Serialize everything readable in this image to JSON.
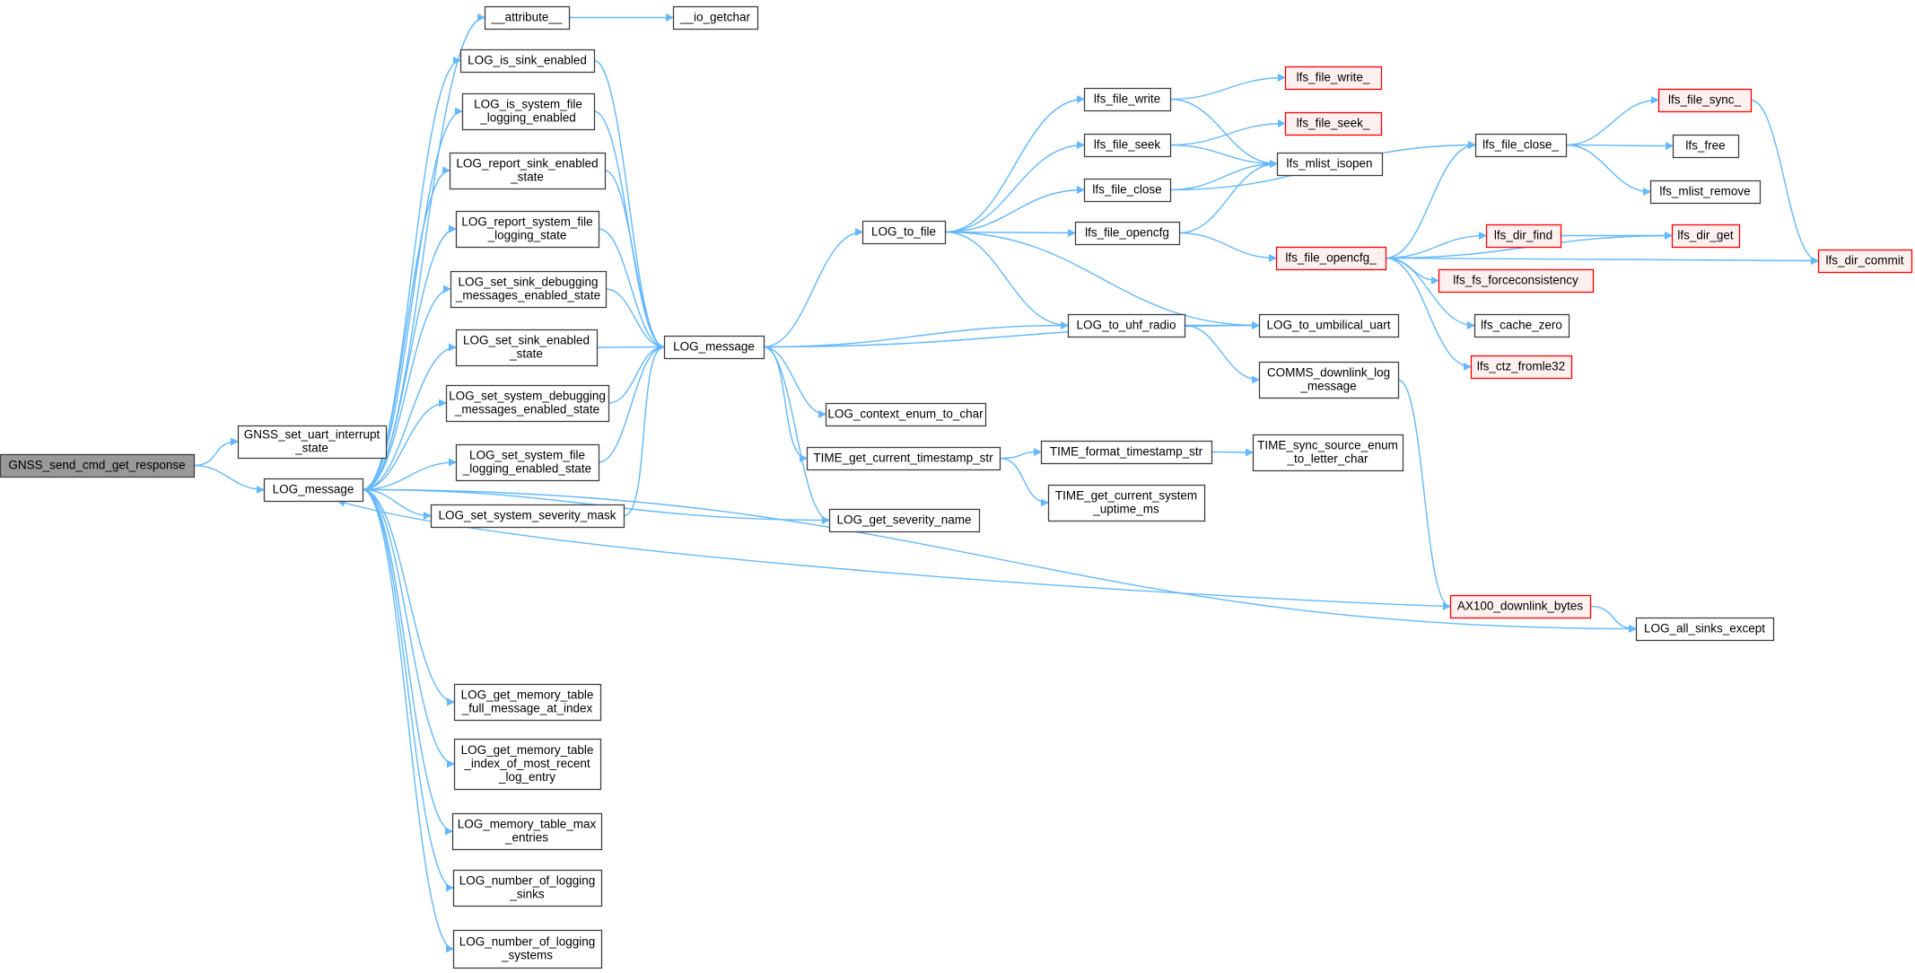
{
  "colors": {
    "edge": "#63b8ff",
    "node_border": "#404040",
    "node_fill": "#ffffff",
    "root_fill": "#999999",
    "incomplete_border": "#ff0000",
    "incomplete_fill": "#fff0f0"
  },
  "nodes": [
    {
      "id": "gnss_send",
      "lines": [
        "GNSS_send_cmd_get_response"
      ],
      "kind": "root"
    },
    {
      "id": "gnss_uart",
      "lines": [
        "GNSS_set_uart_interrupt",
        "_state"
      ],
      "kind": "normal"
    },
    {
      "id": "log_message_l",
      "lines": [
        "LOG_message"
      ],
      "kind": "normal"
    },
    {
      "id": "attribute",
      "lines": [
        "__attribute__"
      ],
      "kind": "normal"
    },
    {
      "id": "io_getchar",
      "lines": [
        "__io_getchar"
      ],
      "kind": "normal"
    },
    {
      "id": "is_sink_en",
      "lines": [
        "LOG_is_sink_enabled"
      ],
      "kind": "normal"
    },
    {
      "id": "is_sysfile",
      "lines": [
        "LOG_is_system_file",
        "_logging_enabled"
      ],
      "kind": "normal"
    },
    {
      "id": "rep_sink",
      "lines": [
        "LOG_report_sink_enabled",
        "_state"
      ],
      "kind": "normal"
    },
    {
      "id": "rep_sysfile",
      "lines": [
        "LOG_report_system_file",
        "_logging_state"
      ],
      "kind": "normal"
    },
    {
      "id": "set_sink_dbg",
      "lines": [
        "LOG_set_sink_debugging",
        "_messages_enabled_state"
      ],
      "kind": "normal"
    },
    {
      "id": "set_sink_en",
      "lines": [
        "LOG_set_sink_enabled",
        "_state"
      ],
      "kind": "normal"
    },
    {
      "id": "set_sys_dbg",
      "lines": [
        "LOG_set_system_debugging",
        "_messages_enabled_state"
      ],
      "kind": "normal"
    },
    {
      "id": "set_sysfile",
      "lines": [
        "LOG_set_system_file",
        "_logging_enabled_state"
      ],
      "kind": "normal"
    },
    {
      "id": "set_sev",
      "lines": [
        "LOG_set_system_severity_mask"
      ],
      "kind": "normal"
    },
    {
      "id": "mem_full",
      "lines": [
        "LOG_get_memory_table",
        "_full_message_at_index"
      ],
      "kind": "normal"
    },
    {
      "id": "mem_idx",
      "lines": [
        "LOG_get_memory_table",
        "_index_of_most_recent",
        "_log_entry"
      ],
      "kind": "normal"
    },
    {
      "id": "mem_max",
      "lines": [
        "LOG_memory_table_max",
        "_entries"
      ],
      "kind": "normal"
    },
    {
      "id": "num_sinks",
      "lines": [
        "LOG_number_of_logging",
        "_sinks"
      ],
      "kind": "normal"
    },
    {
      "id": "num_sys",
      "lines": [
        "LOG_number_of_logging",
        "_systems"
      ],
      "kind": "normal"
    },
    {
      "id": "log_message_m",
      "lines": [
        "LOG_message"
      ],
      "kind": "normal"
    },
    {
      "id": "log_to_file",
      "lines": [
        "LOG_to_file"
      ],
      "kind": "normal"
    },
    {
      "id": "ctx_enum",
      "lines": [
        "LOG_context_enum_to_char"
      ],
      "kind": "normal"
    },
    {
      "id": "time_cur",
      "lines": [
        "TIME_get_current_timestamp_str"
      ],
      "kind": "normal"
    },
    {
      "id": "sev_name",
      "lines": [
        "LOG_get_severity_name"
      ],
      "kind": "normal"
    },
    {
      "id": "lfs_write",
      "lines": [
        "lfs_file_write"
      ],
      "kind": "normal"
    },
    {
      "id": "lfs_seek",
      "lines": [
        "lfs_file_seek"
      ],
      "kind": "normal"
    },
    {
      "id": "lfs_close",
      "lines": [
        "lfs_file_close"
      ],
      "kind": "normal"
    },
    {
      "id": "lfs_opencfg",
      "lines": [
        "lfs_file_opencfg"
      ],
      "kind": "normal"
    },
    {
      "id": "log_uhf",
      "lines": [
        "LOG_to_uhf_radio"
      ],
      "kind": "normal"
    },
    {
      "id": "time_fmt",
      "lines": [
        "TIME_format_timestamp_str"
      ],
      "kind": "normal"
    },
    {
      "id": "time_uptime",
      "lines": [
        "TIME_get_current_system",
        "_uptime_ms"
      ],
      "kind": "normal"
    },
    {
      "id": "lfs_write_",
      "lines": [
        "lfs_file_write_"
      ],
      "kind": "incomplete"
    },
    {
      "id": "lfs_seek_",
      "lines": [
        "lfs_file_seek_"
      ],
      "kind": "incomplete"
    },
    {
      "id": "lfs_isopen",
      "lines": [
        "lfs_mlist_isopen"
      ],
      "kind": "normal"
    },
    {
      "id": "lfs_opencfg_",
      "lines": [
        "lfs_file_opencfg_"
      ],
      "kind": "incomplete"
    },
    {
      "id": "log_umb",
      "lines": [
        "LOG_to_umbilical_uart"
      ],
      "kind": "normal"
    },
    {
      "id": "comms_dl",
      "lines": [
        "COMMS_downlink_log",
        "_message"
      ],
      "kind": "normal"
    },
    {
      "id": "time_sync",
      "lines": [
        "TIME_sync_source_enum",
        "_to_letter_char"
      ],
      "kind": "normal"
    },
    {
      "id": "ax100",
      "lines": [
        "AX100_downlink_bytes"
      ],
      "kind": "incomplete"
    },
    {
      "id": "lfs_close_",
      "lines": [
        "lfs_file_close_"
      ],
      "kind": "normal"
    },
    {
      "id": "lfs_dir_find",
      "lines": [
        "lfs_dir_find"
      ],
      "kind": "incomplete"
    },
    {
      "id": "lfs_force",
      "lines": [
        "lfs_fs_forceconsistency"
      ],
      "kind": "incomplete"
    },
    {
      "id": "lfs_cache",
      "lines": [
        "lfs_cache_zero"
      ],
      "kind": "normal"
    },
    {
      "id": "lfs_ctz",
      "lines": [
        "lfs_ctz_fromle32"
      ],
      "kind": "incomplete"
    },
    {
      "id": "log_all_except",
      "lines": [
        "LOG_all_sinks_except"
      ],
      "kind": "normal"
    },
    {
      "id": "lfs_sync_",
      "lines": [
        "lfs_file_sync_"
      ],
      "kind": "incomplete"
    },
    {
      "id": "lfs_free",
      "lines": [
        "lfs_free"
      ],
      "kind": "normal"
    },
    {
      "id": "lfs_mlist_rm",
      "lines": [
        "lfs_mlist_remove"
      ],
      "kind": "normal"
    },
    {
      "id": "lfs_dir_get",
      "lines": [
        "lfs_dir_get"
      ],
      "kind": "incomplete"
    },
    {
      "id": "lfs_dir_commit",
      "lines": [
        "lfs_dir_commit"
      ],
      "kind": "incomplete"
    }
  ],
  "edges": [
    [
      "gnss_send",
      "gnss_uart"
    ],
    [
      "gnss_send",
      "log_message_l"
    ],
    [
      "log_message_l",
      "attribute"
    ],
    [
      "log_message_l",
      "is_sink_en"
    ],
    [
      "log_message_l",
      "is_sysfile"
    ],
    [
      "log_message_l",
      "rep_sink"
    ],
    [
      "log_message_l",
      "rep_sysfile"
    ],
    [
      "log_message_l",
      "set_sink_dbg"
    ],
    [
      "log_message_l",
      "set_sink_en"
    ],
    [
      "log_message_l",
      "set_sys_dbg"
    ],
    [
      "log_message_l",
      "set_sysfile"
    ],
    [
      "log_message_l",
      "set_sev"
    ],
    [
      "log_message_l",
      "sev_name"
    ],
    [
      "log_message_l",
      "log_all_except"
    ],
    [
      "log_message_l",
      "mem_full"
    ],
    [
      "log_message_l",
      "mem_idx"
    ],
    [
      "log_message_l",
      "mem_max"
    ],
    [
      "log_message_l",
      "num_sinks"
    ],
    [
      "log_message_l",
      "num_sys"
    ],
    [
      "attribute",
      "io_getchar"
    ],
    [
      "is_sink_en",
      "log_message_m"
    ],
    [
      "is_sysfile",
      "log_message_m"
    ],
    [
      "rep_sink",
      "log_message_m"
    ],
    [
      "rep_sysfile",
      "log_message_m"
    ],
    [
      "set_sink_dbg",
      "log_message_m"
    ],
    [
      "set_sink_en",
      "log_message_m"
    ],
    [
      "set_sys_dbg",
      "log_message_m"
    ],
    [
      "set_sysfile",
      "log_message_m"
    ],
    [
      "set_sev",
      "log_message_m"
    ],
    [
      "log_message_m",
      "log_to_file"
    ],
    [
      "log_message_m",
      "log_uhf"
    ],
    [
      "log_message_m",
      "log_umb"
    ],
    [
      "log_message_m",
      "ctx_enum"
    ],
    [
      "log_message_m",
      "time_cur"
    ],
    [
      "log_message_m",
      "sev_name"
    ],
    [
      "log_to_file",
      "lfs_write"
    ],
    [
      "log_to_file",
      "lfs_seek"
    ],
    [
      "log_to_file",
      "lfs_close"
    ],
    [
      "log_to_file",
      "lfs_opencfg"
    ],
    [
      "log_to_file",
      "log_uhf"
    ],
    [
      "log_to_file",
      "log_umb"
    ],
    [
      "lfs_write",
      "lfs_write_"
    ],
    [
      "lfs_write",
      "lfs_isopen"
    ],
    [
      "lfs_seek",
      "lfs_seek_"
    ],
    [
      "lfs_seek",
      "lfs_isopen"
    ],
    [
      "lfs_close",
      "lfs_isopen"
    ],
    [
      "lfs_close",
      "lfs_close_"
    ],
    [
      "lfs_opencfg",
      "lfs_isopen"
    ],
    [
      "lfs_opencfg",
      "lfs_opencfg_"
    ],
    [
      "log_uhf",
      "log_umb"
    ],
    [
      "log_uhf",
      "comms_dl"
    ],
    [
      "comms_dl",
      "ax100"
    ],
    [
      "ax100",
      "log_message_l"
    ],
    [
      "ax100",
      "log_all_except"
    ],
    [
      "time_cur",
      "time_fmt"
    ],
    [
      "time_cur",
      "time_uptime"
    ],
    [
      "time_fmt",
      "time_sync"
    ],
    [
      "lfs_opencfg_",
      "lfs_close_"
    ],
    [
      "lfs_opencfg_",
      "lfs_dir_find"
    ],
    [
      "lfs_opencfg_",
      "lfs_dir_get"
    ],
    [
      "lfs_opencfg_",
      "lfs_force"
    ],
    [
      "lfs_opencfg_",
      "lfs_cache"
    ],
    [
      "lfs_opencfg_",
      "lfs_ctz"
    ],
    [
      "lfs_opencfg_",
      "lfs_dir_commit"
    ],
    [
      "lfs_dir_find",
      "lfs_dir_get"
    ],
    [
      "lfs_close_",
      "lfs_sync_"
    ],
    [
      "lfs_close_",
      "lfs_free"
    ],
    [
      "lfs_close_",
      "lfs_mlist_rm"
    ],
    [
      "lfs_sync_",
      "lfs_dir_commit"
    ]
  ]
}
